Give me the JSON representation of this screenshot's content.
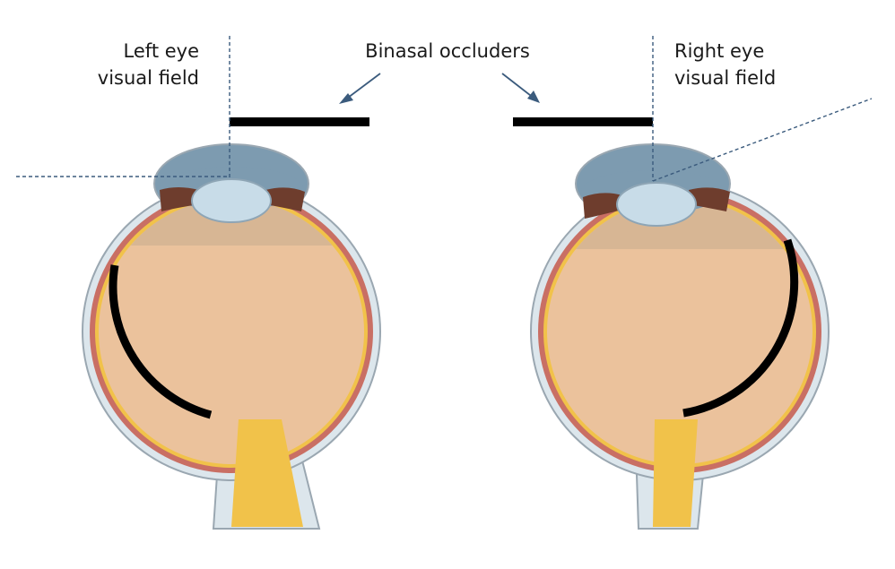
{
  "labels": {
    "left_eye_line1": "Left eye",
    "left_eye_line2": "visual field",
    "right_eye_line1": "Right eye",
    "right_eye_line2": "visual field",
    "occluders": "Binasal occluders"
  },
  "colors": {
    "background": "#ffffff",
    "outer_sclera": "#dce6ec",
    "sclera_outline": "#9aa7b1",
    "choroid": "#c96f64",
    "retina": "#f1c24a",
    "vitreous": "#ebc29c",
    "vitreous_shadow": "#d7b694",
    "cornea_chamber": "#7d9bb0",
    "lens": "#c8dce8",
    "ciliary_body": "#6e3d2d",
    "optic_nerve": "#f1c24a",
    "occluder": "#000000",
    "guide_line": "#3b5b7d"
  },
  "icons": {
    "occluder_arrow_left": "arrow-down-left-icon",
    "occluder_arrow_right": "arrow-down-right-icon"
  }
}
